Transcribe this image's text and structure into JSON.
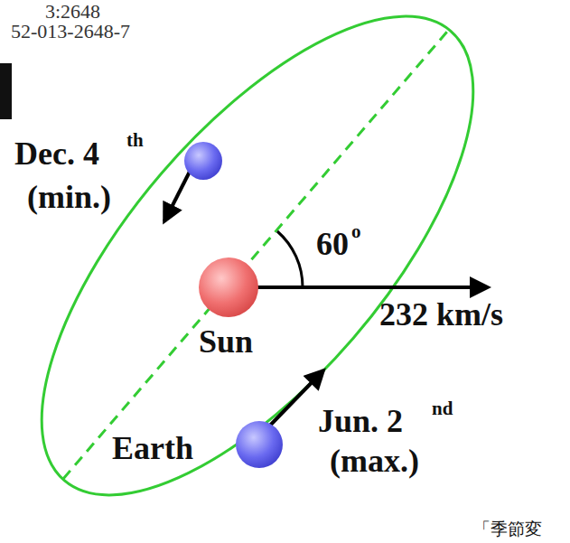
{
  "diagram": {
    "labels": [
      "3:2648",
      "52-013-2648-7",
      "Dec. 4",
      "th",
      "(min.)",
      "60",
      "o",
      "Sun",
      "232 km/s",
      "Earth",
      "Jun. 2",
      "nd",
      "(max.)",
      "「季節変"
    ]
  }
}
